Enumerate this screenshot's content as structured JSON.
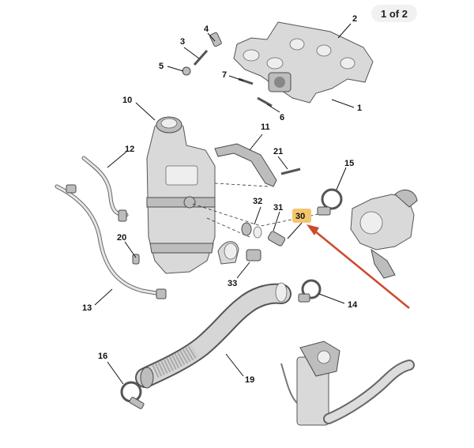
{
  "pager": {
    "label": "1 of 2"
  },
  "colors": {
    "highlight": "#f3c66e",
    "arrow": "#cc4a2c",
    "part": "#d9d9d9"
  },
  "callouts": {
    "c1": "1",
    "c2": "2",
    "c3": "3",
    "c4": "4",
    "c5": "5",
    "c6": "6",
    "c7": "7",
    "c10": "10",
    "c11": "11",
    "c12": "12",
    "c13": "13",
    "c14": "14",
    "c15": "15",
    "c16": "16",
    "c19": "19",
    "c20": "20",
    "c21": "21",
    "c30": "30",
    "c31": "31",
    "c32": "32",
    "c33": "33"
  }
}
